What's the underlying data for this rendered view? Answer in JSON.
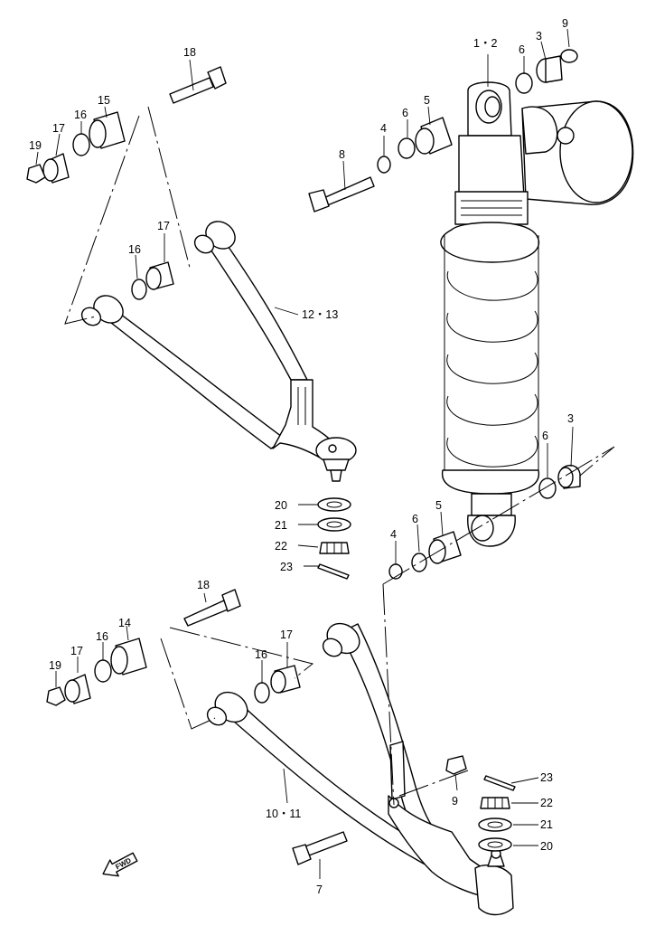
{
  "labels": {
    "shock_absorber": "1・2",
    "spacer_top": "3",
    "spacer_bottom": "3",
    "washer_top": "4",
    "washer_bottom": "4",
    "bearing_top": "5",
    "bearing_bottom": "5",
    "seal_top_a": "6",
    "seal_top_b": "6",
    "seal_bottom_a": "6",
    "seal_bottom_b": "6",
    "bolt_lower_arm": "7",
    "bolt_shock_top": "8",
    "nut_top": "9",
    "nut_bottom": "9",
    "lower_arm": "10・11",
    "upper_arm": "12・13",
    "bushing_lower": "14",
    "bushing_upper": "15",
    "seal_upper_a": "16",
    "seal_upper_b": "16",
    "seal_lower_a": "16",
    "seal_lower_b": "16",
    "spacer_upper_a": "17",
    "spacer_upper_b": "17",
    "spacer_lower_a": "17",
    "spacer_lower_b": "17",
    "bolt_upper_arm": "18",
    "bolt_lower_arm_pivot": "18",
    "nut_upper_arm": "19",
    "nut_lower_arm": "19",
    "washer_upper_ball": "20",
    "washer_lower_ball": "20",
    "washer2_upper_ball": "21",
    "washer2_lower_ball": "21",
    "castle_nut_upper": "22",
    "castle_nut_lower": "22",
    "cotter_pin_upper": "23",
    "cotter_pin_lower": "23"
  },
  "fwd_indicator": {
    "text": "FWD",
    "icon": "forward-arrow-icon"
  }
}
